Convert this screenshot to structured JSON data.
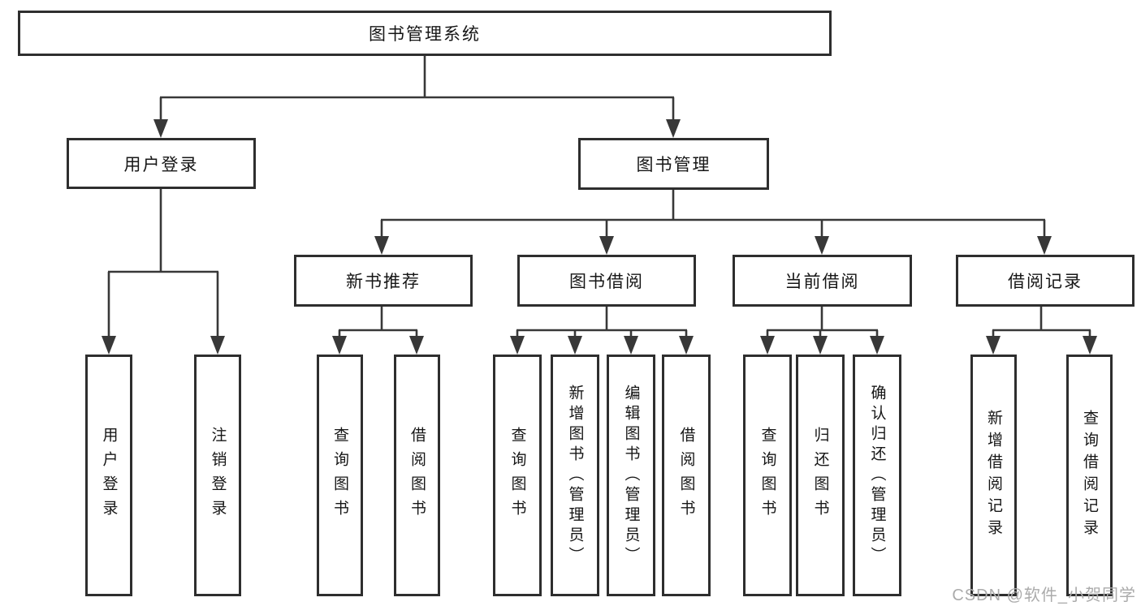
{
  "diagram": {
    "kind": "hierarchy-functional-structure",
    "colors": {
      "background": "#ffffff",
      "box_border": "#2e2e2e",
      "connector": "#383838",
      "text": "#161616",
      "watermark": "#ababab"
    },
    "tree": {
      "label": "图书管理系统",
      "children": [
        {
          "label": "用户登录",
          "children": [
            {
              "label": "用户登录"
            },
            {
              "label": "注销登录"
            }
          ]
        },
        {
          "label": "图书管理",
          "children": [
            {
              "label": "新书推荐",
              "children": [
                {
                  "label": "查询图书"
                },
                {
                  "label": "借阅图书"
                }
              ]
            },
            {
              "label": "图书借阅",
              "children": [
                {
                  "label": "查询图书"
                },
                {
                  "label": "新增图书（管理员）"
                },
                {
                  "label": "编辑图书（管理员）"
                },
                {
                  "label": "借阅图书"
                }
              ]
            },
            {
              "label": "当前借阅",
              "children": [
                {
                  "label": "查询图书"
                },
                {
                  "label": "归还图书"
                },
                {
                  "label": "确认归还（管理员）"
                }
              ]
            },
            {
              "label": "借阅记录",
              "children": [
                {
                  "label": "新增借阅记录"
                },
                {
                  "label": "查询借阅记录"
                }
              ]
            }
          ]
        }
      ]
    },
    "watermark": "CSDN @软件_小贺同学"
  }
}
